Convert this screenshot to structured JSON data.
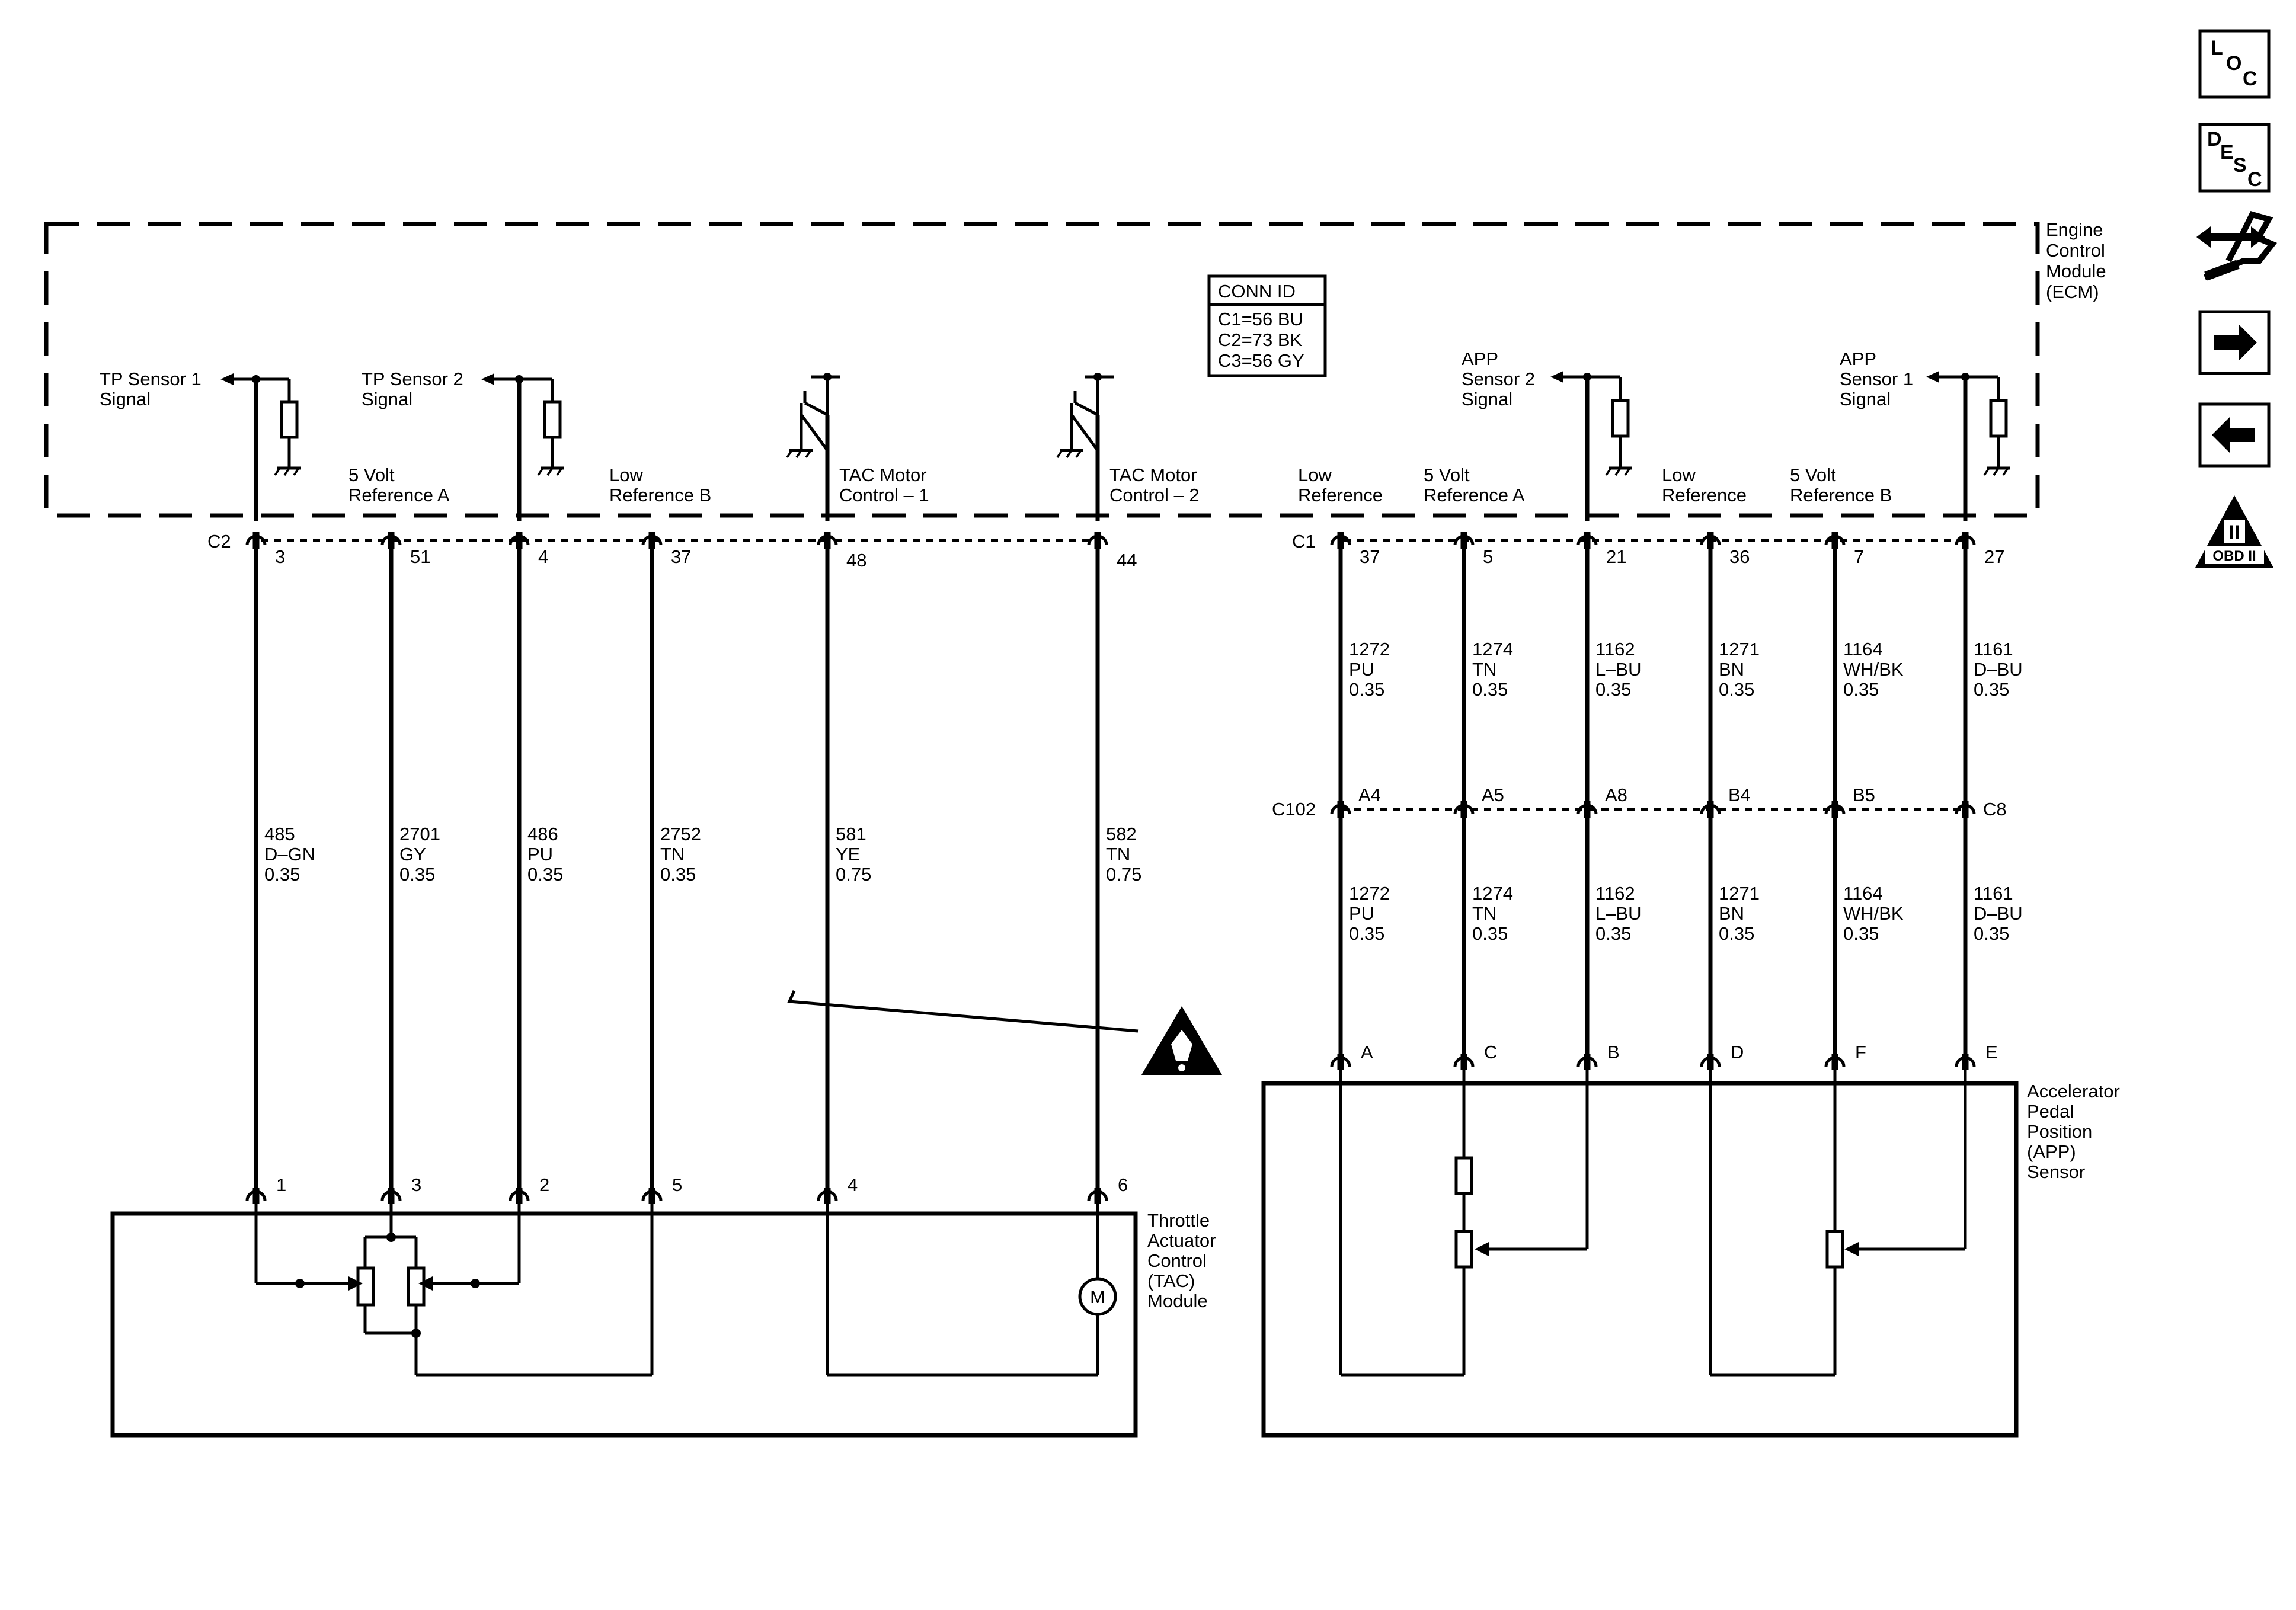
{
  "ecm": {
    "name_lines": [
      "Engine",
      "Control",
      "Module",
      "(ECM)"
    ],
    "conn_id": {
      "title": "CONN ID",
      "rows": [
        "C1=56 BU",
        "C2=73 BK",
        "C3=56 GY"
      ]
    },
    "c2_label": "C2",
    "c1_label": "C1",
    "circuits": {
      "tp1": [
        "TP Sensor 1",
        "Signal"
      ],
      "ref_a": [
        "5 Volt",
        "Reference A"
      ],
      "tp2": [
        "TP Sensor 2",
        "Signal"
      ],
      "low_b": [
        "Low",
        "Reference B"
      ],
      "tac1": [
        "TAC Motor",
        "Control – 1"
      ],
      "tac2": [
        "TAC Motor",
        "Control – 2"
      ],
      "app_low": [
        "Low",
        "Reference"
      ],
      "app_ref_a": [
        "5 Volt",
        "Reference A"
      ],
      "app2": [
        "APP",
        "Sensor 2",
        "Signal"
      ],
      "app_low2": [
        "Low",
        "Reference"
      ],
      "app_ref_b": [
        "5 Volt",
        "Reference B"
      ],
      "app1": [
        "APP",
        "Sensor 1",
        "Signal"
      ]
    }
  },
  "left_wires": [
    {
      "ecm_pin": "3",
      "wire": [
        "485",
        "D–GN",
        "0.35"
      ],
      "tac_pin": "1"
    },
    {
      "ecm_pin": "51",
      "wire": [
        "2701",
        "GY",
        "0.35"
      ],
      "tac_pin": "3"
    },
    {
      "ecm_pin": "4",
      "wire": [
        "486",
        "PU",
        "0.35"
      ],
      "tac_pin": "2"
    },
    {
      "ecm_pin": "37",
      "wire": [
        "2752",
        "TN",
        "0.35"
      ],
      "tac_pin": "5"
    },
    {
      "ecm_pin": "48",
      "wire": [
        "581",
        "YE",
        "0.75"
      ],
      "tac_pin": "4"
    },
    {
      "ecm_pin": "44",
      "wire": [
        "582",
        "TN",
        "0.75"
      ],
      "tac_pin": "6"
    }
  ],
  "right_wires": [
    {
      "ecm_pin": "37",
      "upper": [
        "1272",
        "PU",
        "0.35"
      ],
      "c102": "A4",
      "lower": [
        "1272",
        "PU",
        "0.35"
      ],
      "app_pin": "A"
    },
    {
      "ecm_pin": "5",
      "upper": [
        "1274",
        "TN",
        "0.35"
      ],
      "c102": "A5",
      "lower": [
        "1274",
        "TN",
        "0.35"
      ],
      "app_pin": "C"
    },
    {
      "ecm_pin": "21",
      "upper": [
        "1162",
        "L–BU",
        "0.35"
      ],
      "c102": "A8",
      "lower": [
        "1162",
        "L–BU",
        "0.35"
      ],
      "app_pin": "B"
    },
    {
      "ecm_pin": "36",
      "upper": [
        "1271",
        "BN",
        "0.35"
      ],
      "c102": "B4",
      "lower": [
        "1271",
        "BN",
        "0.35"
      ],
      "app_pin": "D"
    },
    {
      "ecm_pin": "7",
      "upper": [
        "1164",
        "WH/BK",
        "0.35"
      ],
      "c102": "B5",
      "lower": [
        "1164",
        "WH/BK",
        "0.35"
      ],
      "app_pin": "F"
    },
    {
      "ecm_pin": "27",
      "upper": [
        "1161",
        "D–BU",
        "0.35"
      ],
      "c102": "C8",
      "lower": [
        "1161",
        "D–BU",
        "0.35"
      ],
      "app_pin": "E"
    }
  ],
  "c102_label": "C102",
  "tac_module": {
    "name_lines": [
      "Throttle",
      "Actuator",
      "Control",
      "(TAC)",
      "Module"
    ],
    "motor_symbol": "M"
  },
  "app_sensor": {
    "name_lines": [
      "Accelerator",
      "Pedal",
      "Position",
      "(APP)",
      "Sensor"
    ]
  },
  "sidebar": {
    "loc": [
      "L",
      "O",
      "C"
    ],
    "desc": [
      "D",
      "E",
      "S",
      "C"
    ],
    "obd_numeral": "II",
    "obd_label": "OBD II"
  }
}
